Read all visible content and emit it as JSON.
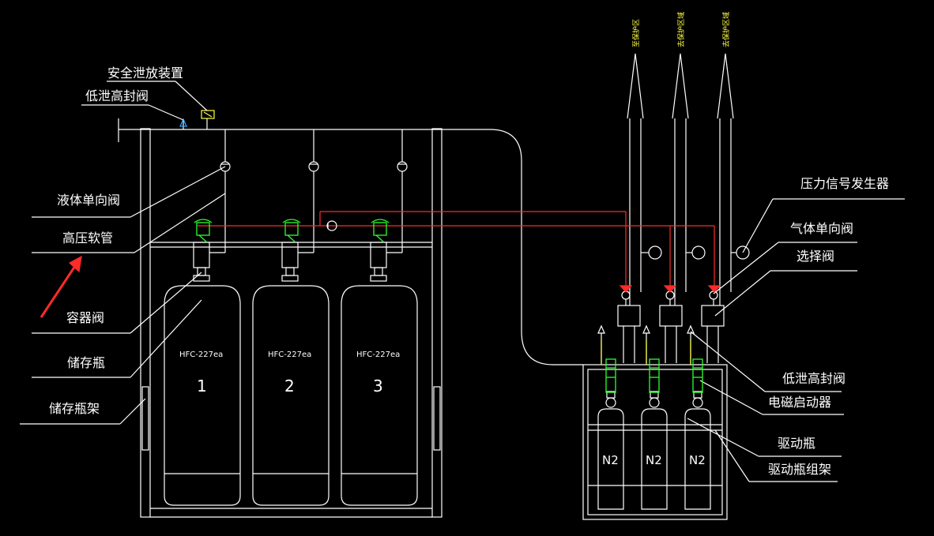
{
  "colors": {
    "background": "#000000",
    "line": "#ffffff",
    "red": "#ff2a2a",
    "green": "#2cff2c",
    "yellow": "#ffff40"
  },
  "labels": {
    "safety_relief": "安全泄放装置",
    "low_leak_valve_left": "低泄高封阀",
    "liquid_check_valve": "液体单向阀",
    "high_pressure_hose": "高压软管",
    "container_valve": "容器阀",
    "storage_cylinder": "储存瓶",
    "cylinder_rack": "储存瓶架",
    "pressure_signal": "压力信号发生器",
    "gas_check_valve": "气体单向阀",
    "selector_valve": "选择阀",
    "low_leak_valve_right": "低泄高封阀",
    "solenoid_actuator": "电磁启动器",
    "drive_cylinder": "驱动瓶",
    "drive_rack": "驱动瓶组架"
  },
  "cylinders": [
    {
      "agent": "HFC-227ea",
      "number": "1"
    },
    {
      "agent": "HFC-227ea",
      "number": "2"
    },
    {
      "agent": "HFC-227ea",
      "number": "3"
    }
  ],
  "drive_cylinders": [
    {
      "gas": "N2"
    },
    {
      "gas": "N2"
    },
    {
      "gas": "N2"
    }
  ],
  "pipe_destinations": [
    "至保护区",
    "去保护区域",
    "去保护区域"
  ]
}
